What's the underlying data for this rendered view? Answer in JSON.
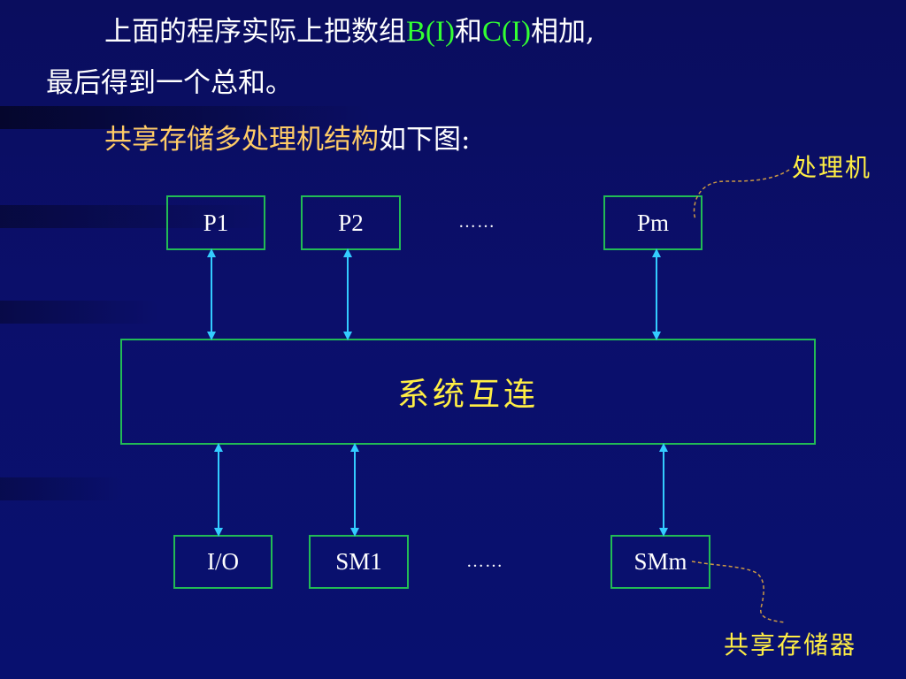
{
  "text": {
    "line1_prefix": "上面的程序实际上把数组",
    "line1_b": "B(I)",
    "line1_and": "和",
    "line1_c": "C(I)",
    "line1_suffix": "相加,",
    "line2": "最后得到一个总和。",
    "line3_highlight": "共享存储多处理机结构",
    "line3_suffix": "如下图:"
  },
  "diagram": {
    "processors": [
      "P1",
      "P2",
      "Pm"
    ],
    "processor_ellipsis": "……",
    "interconnect": "系统互连",
    "memories": [
      "I/O",
      "SM1",
      "SMm"
    ],
    "memory_ellipsis": "……",
    "callout_processor": "处理机",
    "callout_memory": "共享存储器"
  },
  "colors": {
    "background": "#0a0d5e",
    "box_border": "#22bb55",
    "arrow": "#33ccff",
    "highlight_text": "#ffcc66",
    "label_yellow": "#ffee44",
    "latin_green": "#33ff33",
    "leader_line": "#cc9944"
  }
}
